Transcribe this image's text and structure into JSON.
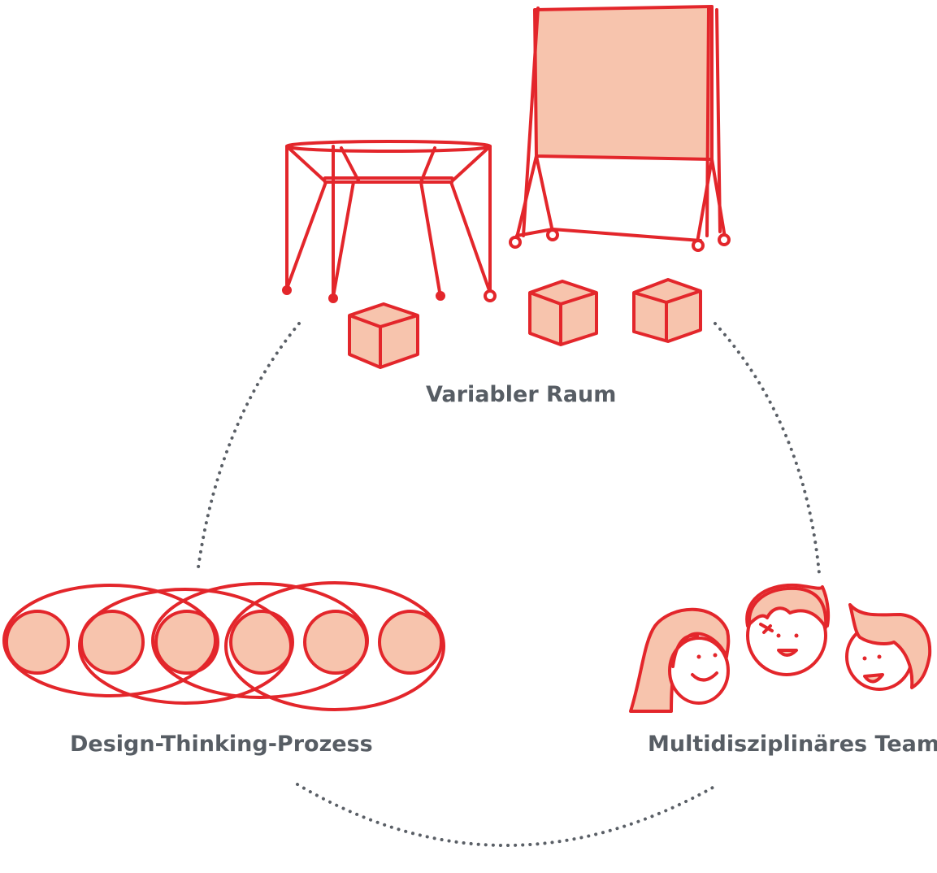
{
  "labels": {
    "space": "Variabler Raum",
    "process": "Design-Thinking-Prozess",
    "team": "Multidisziplinäres Team"
  },
  "colors": {
    "stroke": "#e3262b",
    "fill": "#f7c4ad",
    "text": "#575d64",
    "dots": "#5a5f66"
  },
  "icons": [
    "table-icon",
    "whiteboard-icon",
    "cube-icon",
    "process-circles-icon",
    "person-icon"
  ]
}
